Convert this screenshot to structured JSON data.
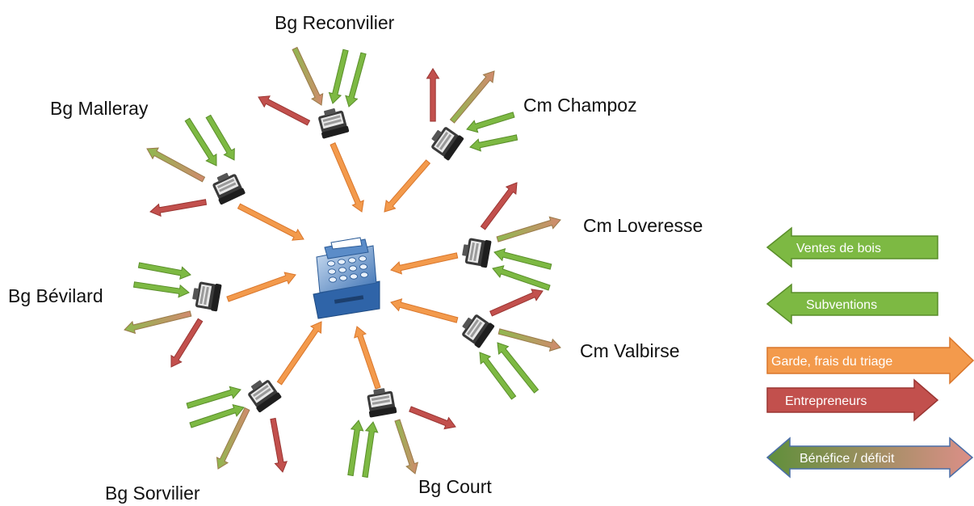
{
  "colors": {
    "sales": "#7db943",
    "salesEdge": "#5a8e2a",
    "garde": "#f39a4c",
    "gardeEdge": "#d9762b",
    "entrepreneurs": "#c2504d",
    "entrepreneursEdge": "#9a3532",
    "balanceLeft": "#5f8f3a",
    "balanceRight": "#d98c86",
    "balanceEdge": "#4a6ea8",
    "mixed": "#c09a6a"
  },
  "nodes": [
    {
      "id": "reconvilier",
      "label": "Bg Reconvilier"
    },
    {
      "id": "champoz",
      "label": "Cm Champoz"
    },
    {
      "id": "malleray",
      "label": "Bg Malleray"
    },
    {
      "id": "loveresse",
      "label": "Cm Loveresse"
    },
    {
      "id": "bevilard",
      "label": "Bg Bévilard"
    },
    {
      "id": "valbirse",
      "label": "Cm Valbirse"
    },
    {
      "id": "sorvilier",
      "label": "Bg Sorvilier"
    },
    {
      "id": "court",
      "label": "Bg Court"
    }
  ],
  "center": {
    "icon": "cash-register-icon"
  },
  "nodeIcon": "cash-register-icon",
  "legend": [
    {
      "key": "ventes",
      "label": "Ventes de bois",
      "color": "#7db943",
      "direction": "left"
    },
    {
      "key": "subventions",
      "label": "Subventions",
      "color": "#7db943",
      "direction": "left"
    },
    {
      "key": "garde",
      "label": "Garde, frais du triage",
      "color": "#f39a4c",
      "direction": "right"
    },
    {
      "key": "entrepreneurs",
      "label": "Entrepreneurs",
      "color": "#c2504d",
      "direction": "right"
    },
    {
      "key": "balance",
      "label": "Bénéfice / déficit",
      "color": "#5f8f3a",
      "direction": "both"
    }
  ]
}
